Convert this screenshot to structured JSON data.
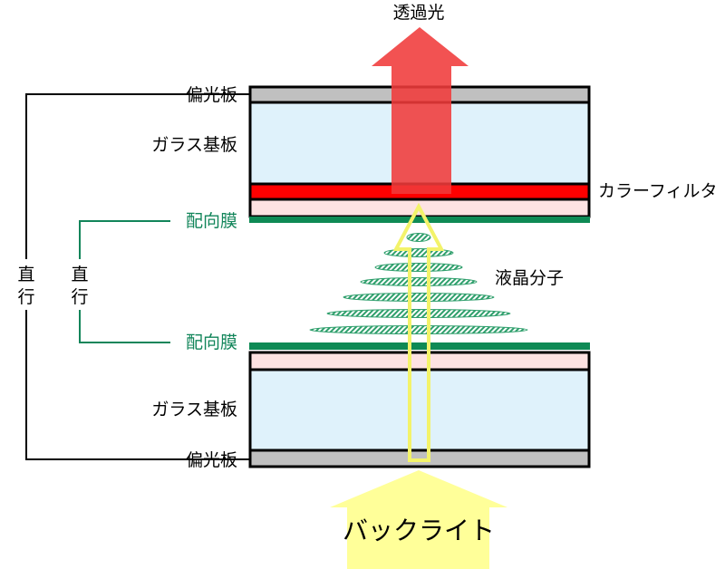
{
  "labels": {
    "transmitted_light": "透過光",
    "polarizer_top": "偏光板",
    "glass_top": "ガラス基板",
    "color_filter": "カラーフィルタ",
    "alignment_top": "配向膜",
    "liquid_crystal": "液晶分子",
    "alignment_bottom": "配向膜",
    "glass_bottom": "ガラス基板",
    "polarizer_bottom": "偏光板",
    "backlight": "バックライト",
    "orthogonal_outer_1": "直",
    "orthogonal_outer_2": "行",
    "orthogonal_inner_1": "直",
    "orthogonal_inner_2": "行"
  },
  "colors": {
    "polarizer": "#c0c0c0",
    "glass": "#dff2fb",
    "color_filter": "#ff0000",
    "pink_layer": "#fde2e2",
    "alignment_film": "#0e8a55",
    "transmitted_arrow": "#f04545",
    "backlight_arrow": "#ffff99",
    "light_path_outline": "#f3f36a",
    "liquid_crystal": "#2f9f6c",
    "bracket_green": "#12855a",
    "bracket_black": "#000000"
  }
}
